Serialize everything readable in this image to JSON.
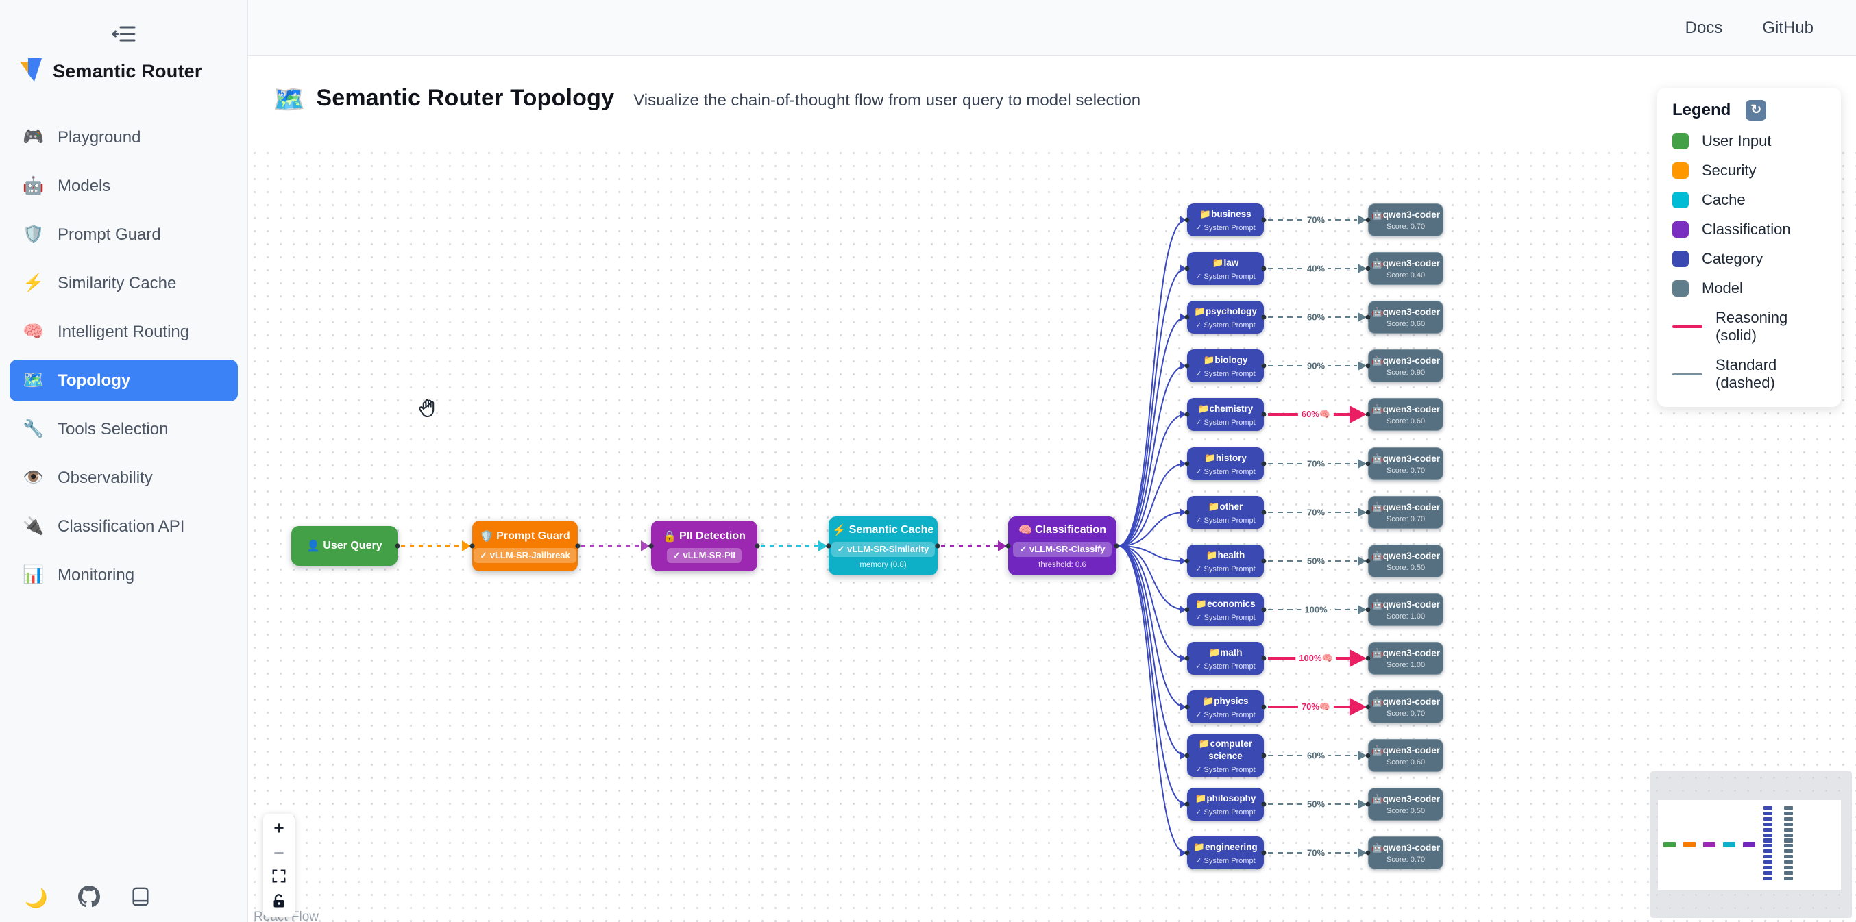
{
  "sidebar": {
    "brand": "Semantic Router",
    "items": [
      {
        "icon": "🎮",
        "label": "Playground",
        "active": false
      },
      {
        "icon": "🤖",
        "label": "Models",
        "active": false
      },
      {
        "icon": "🛡️",
        "label": "Prompt Guard",
        "active": false
      },
      {
        "icon": "⚡",
        "label": "Similarity Cache",
        "active": false
      },
      {
        "icon": "🧠",
        "label": "Intelligent Routing",
        "active": false
      },
      {
        "icon": "🗺️",
        "label": "Topology",
        "active": true
      },
      {
        "icon": "🔧",
        "label": "Tools Selection",
        "active": false
      },
      {
        "icon": "👁️",
        "label": "Observability",
        "active": false
      },
      {
        "icon": "🔌",
        "label": "Classification API",
        "active": false
      },
      {
        "icon": "📊",
        "label": "Monitoring",
        "active": false
      }
    ],
    "footer": {
      "theme_icon": "🌙"
    }
  },
  "header": {
    "links": [
      {
        "label": "Docs"
      },
      {
        "label": "GitHub"
      }
    ]
  },
  "page": {
    "title_icon": "🗺️",
    "title": "Semantic Router Topology",
    "subtitle": "Visualize the chain-of-thought flow from user query to model selection"
  },
  "legend": {
    "title": "Legend",
    "refresh_icon": "↻",
    "items": [
      {
        "label": "User Input",
        "color": "#43a047"
      },
      {
        "label": "Security",
        "color": "#ff9800"
      },
      {
        "label": "Cache",
        "color": "#00bcd4"
      },
      {
        "label": "Classification",
        "color": "#7b2fc0"
      },
      {
        "label": "Category",
        "color": "#3b4ab3"
      },
      {
        "label": "Model",
        "color": "#607d8b"
      }
    ],
    "lines": [
      {
        "label": "Reasoning (solid)",
        "color": "#e91e63"
      },
      {
        "label": "Standard (dashed)",
        "color": "#78909c"
      }
    ]
  },
  "pipeline": [
    {
      "id": "user-query",
      "icon": "👤",
      "title": "User Query",
      "color": "#43a047"
    },
    {
      "id": "prompt-guard",
      "icon": "🛡️",
      "title": "Prompt Guard",
      "badge": "✓ vLLM-SR-Jailbreak",
      "color": "#f57c00"
    },
    {
      "id": "pii-detection",
      "icon": "🔒",
      "title": "PII Detection",
      "badge": "✓ vLLM-SR-PII",
      "color": "#9c27b0"
    },
    {
      "id": "semantic-cache",
      "icon": "⚡",
      "title": "Semantic Cache",
      "badge": "✓ vLLM-SR-Similarity",
      "sub": "memory (0.8)",
      "color": "#0db0c7"
    },
    {
      "id": "classification",
      "icon": "🧠",
      "title": "Classification",
      "badge": "✓ vLLM-SR-Classify",
      "sub": "threshold: 0.6",
      "color": "#7126c0"
    }
  ],
  "chain_edges": [
    {
      "from": "user-query",
      "to": "prompt-guard",
      "color": "#ff9800"
    },
    {
      "from": "prompt-guard",
      "to": "pii-detection",
      "color": "#ab47bc"
    },
    {
      "from": "pii-detection",
      "to": "semantic-cache",
      "color": "#26c6da"
    },
    {
      "from": "semantic-cache",
      "to": "classification",
      "color": "#9c27b0"
    }
  ],
  "rows": [
    {
      "category": {
        "icon": "📁",
        "label": "business",
        "sub": "✓ System Prompt"
      },
      "edge": {
        "label": "70%",
        "reasoning": false
      },
      "model": {
        "icon": "🤖",
        "name": "qwen3-coder",
        "score": "Score: 0.70"
      }
    },
    {
      "category": {
        "icon": "📁",
        "label": "law",
        "sub": "✓ System Prompt"
      },
      "edge": {
        "label": "40%",
        "reasoning": false
      },
      "model": {
        "icon": "🤖",
        "name": "qwen3-coder",
        "score": "Score: 0.40"
      }
    },
    {
      "category": {
        "icon": "📁",
        "label": "psychology",
        "sub": "✓ System Prompt"
      },
      "edge": {
        "label": "60%",
        "reasoning": false
      },
      "model": {
        "icon": "🤖",
        "name": "qwen3-coder",
        "score": "Score: 0.60"
      }
    },
    {
      "category": {
        "icon": "📁",
        "label": "biology",
        "sub": "✓ System Prompt"
      },
      "edge": {
        "label": "90%",
        "reasoning": false
      },
      "model": {
        "icon": "🤖",
        "name": "qwen3-coder",
        "score": "Score: 0.90"
      }
    },
    {
      "category": {
        "icon": "📁",
        "label": "chemistry",
        "sub": "✓ System Prompt"
      },
      "edge": {
        "label": "60%",
        "reasoning": true
      },
      "model": {
        "icon": "🤖",
        "name": "qwen3-coder",
        "score": "Score: 0.60"
      }
    },
    {
      "category": {
        "icon": "📁",
        "label": "history",
        "sub": "✓ System Prompt"
      },
      "edge": {
        "label": "70%",
        "reasoning": false
      },
      "model": {
        "icon": "🤖",
        "name": "qwen3-coder",
        "score": "Score: 0.70"
      }
    },
    {
      "category": {
        "icon": "📁",
        "label": "other",
        "sub": "✓ System Prompt"
      },
      "edge": {
        "label": "70%",
        "reasoning": false
      },
      "model": {
        "icon": "🤖",
        "name": "qwen3-coder",
        "score": "Score: 0.70"
      }
    },
    {
      "category": {
        "icon": "📁",
        "label": "health",
        "sub": "✓ System Prompt"
      },
      "edge": {
        "label": "50%",
        "reasoning": false
      },
      "model": {
        "icon": "🤖",
        "name": "qwen3-coder",
        "score": "Score: 0.50"
      }
    },
    {
      "category": {
        "icon": "📁",
        "label": "economics",
        "sub": "✓ System Prompt"
      },
      "edge": {
        "label": "100%",
        "reasoning": false
      },
      "model": {
        "icon": "🤖",
        "name": "qwen3-coder",
        "score": "Score: 1.00"
      }
    },
    {
      "category": {
        "icon": "📁",
        "label": "math",
        "sub": "✓ System Prompt"
      },
      "edge": {
        "label": "100%",
        "reasoning": true
      },
      "model": {
        "icon": "🤖",
        "name": "qwen3-coder",
        "score": "Score: 1.00"
      }
    },
    {
      "category": {
        "icon": "📁",
        "label": "physics",
        "sub": "✓ System Prompt"
      },
      "edge": {
        "label": "70%",
        "reasoning": true
      },
      "model": {
        "icon": "🤖",
        "name": "qwen3-coder",
        "score": "Score: 0.70"
      }
    },
    {
      "category": {
        "icon": "📁",
        "label": "computer science",
        "sub": "✓ System Prompt"
      },
      "edge": {
        "label": "60%",
        "reasoning": false
      },
      "model": {
        "icon": "🤖",
        "name": "qwen3-coder",
        "score": "Score: 0.60"
      }
    },
    {
      "category": {
        "icon": "📁",
        "label": "philosophy",
        "sub": "✓ System Prompt"
      },
      "edge": {
        "label": "50%",
        "reasoning": false
      },
      "model": {
        "icon": "🤖",
        "name": "qwen3-coder",
        "score": "Score: 0.50"
      }
    },
    {
      "category": {
        "icon": "📁",
        "label": "engineering",
        "sub": "✓ System Prompt"
      },
      "edge": {
        "label": "70%",
        "reasoning": false
      },
      "model": {
        "icon": "🤖",
        "name": "qwen3-coder",
        "score": "Score: 0.70"
      }
    }
  ],
  "edge_icons": {
    "reasoning": "🧠"
  },
  "colors": {
    "category": "#3b4ab3",
    "model": "#567082",
    "model_border": "#7e95a2",
    "fan_edge": "#3b4abf",
    "standard_edge": "#607d8b",
    "reasoning_edge": "#e91e63",
    "handle": "#263238",
    "active_nav": "#3b82f6"
  },
  "controls": {
    "zoom_in": "+",
    "zoom_out": "−"
  },
  "attribution": "React Flow"
}
